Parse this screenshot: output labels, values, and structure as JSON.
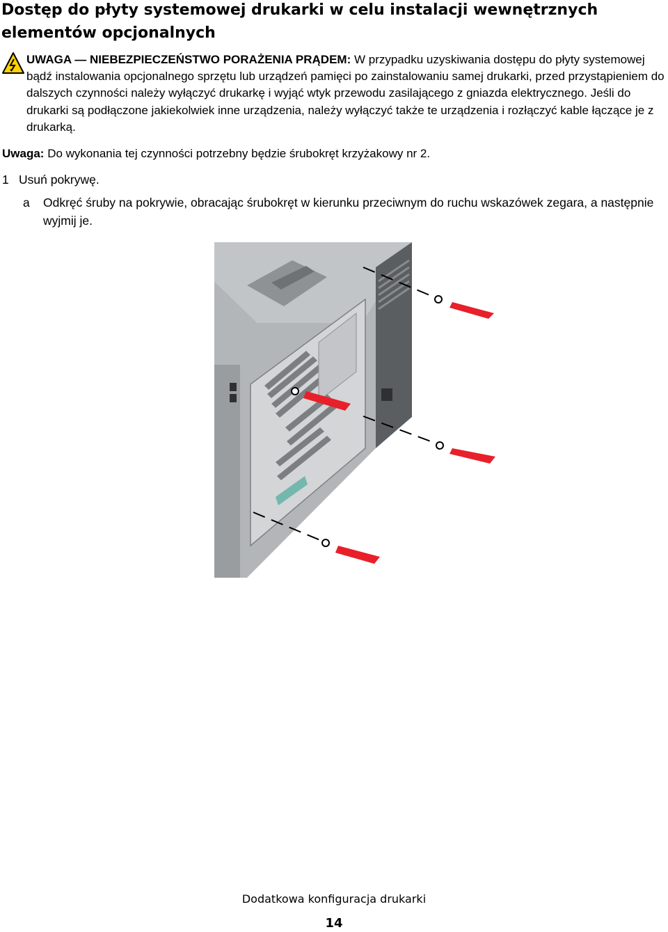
{
  "page": {
    "title": "Dostęp do płyty systemowej drukarki w celu instalacji wewnętrznych elementów opcjonalnych",
    "caution": {
      "label": "UWAGA — NIEBEZPIECZEŃSTWO PORAŻENIA PRĄDEM:",
      "text": " W przypadku uzyskiwania dostępu do płyty systemowej bądź instalowania opcjonalnego sprzętu lub urządzeń pamięci po zainstalowaniu samej drukarki, przed przystąpieniem do dalszych czynności należy wyłączyć drukarkę i wyjąć wtyk przewodu zasilającego z gniazda elektrycznego. Jeśli do drukarki są podłączone jakiekolwiek inne urządzenia, należy wyłączyć także te urządzenia i rozłączyć kable łączące je z drukarką.",
      "icon": "electric-shock-warning-icon"
    },
    "note": {
      "label": "Uwaga:",
      "text": " Do wykonania tej czynności potrzebny będzie śrubokręt krzyżakowy nr 2."
    },
    "step": {
      "number": "1",
      "text": "Usuń pokrywę."
    },
    "substep": {
      "letter": "a",
      "text": "Odkręć śruby na pokrywie, obracając śrubokręt w kierunku przeciwnym do ruchu wskazówek zegara, a następnie wyjmij je."
    },
    "footer": {
      "section": "Dodatkowa konfiguracja drukarki",
      "page_number": "14"
    },
    "colors": {
      "arrow": "#e8202a",
      "warning_fill": "#ffd200",
      "printer_body": "#b9bcbf"
    }
  }
}
